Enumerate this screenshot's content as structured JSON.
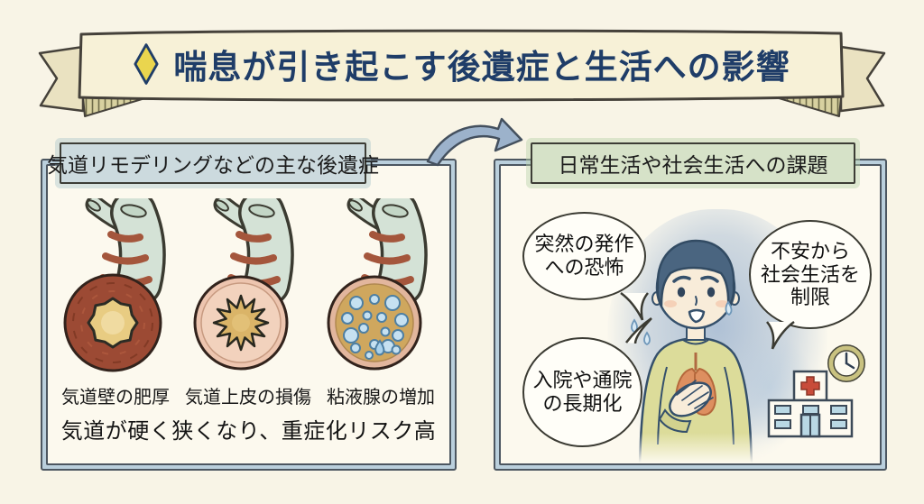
{
  "banner": {
    "title": "喘息が引き起こす後遺症と生活への影響"
  },
  "left_panel": {
    "header": "気道リモデリングなどの主な後遺症",
    "figure_labels": [
      "気道壁の肥厚",
      "気道上皮の損傷",
      "粘液腺の増加"
    ],
    "summary": "気道が硬く狭くなり、重症化リスク高"
  },
  "right_panel": {
    "header": "日常生活や社会生活への課題",
    "bubble_sudden_attack": {
      "line1": "突然の発作",
      "line2": "への恐怖"
    },
    "bubble_social_limit": {
      "line1": "不安から",
      "line2": "社会生活を",
      "line3": "制限"
    },
    "bubble_hospital_stay": {
      "line1": "入院や通院",
      "line2": "の長期化"
    }
  },
  "colors": {
    "title_navy": "#1f3d68",
    "diamond_yellow": "#ead54e",
    "left_header_bg": "#ccdade",
    "right_header_bg": "#d6e2c8",
    "panel_border_accent": "#bacfdc"
  }
}
